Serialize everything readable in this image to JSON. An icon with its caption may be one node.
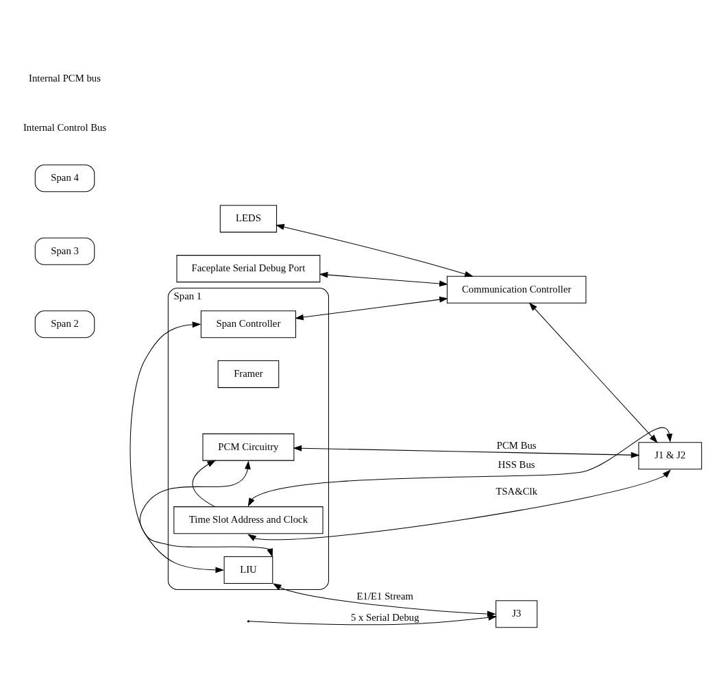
{
  "diagram": {
    "nodes": [
      {
        "text": [
          "Span 4"
        ]
      },
      {
        "text": [
          "Span 3"
        ]
      },
      {
        "text": [
          "Span 2"
        ]
      },
      {
        "text": [
          "Span 1"
        ]
      },
      {
        "text": [
          "Span Controller"
        ],
        "in": 3
      },
      {
        "text": [
          "Time Slot Address and Clock"
        ],
        "in": 3
      },
      {
        "text": [
          "PCM Circuitry"
        ],
        "in": 3
      },
      {
        "text": [
          "Framer"
        ],
        "in": 3
      },
      {
        "text": [
          "LIU"
        ],
        "in": 3
      },
      {
        "text": [
          "Communication Controller"
        ]
      },
      {
        "text": [
          "J1 & J2"
        ]
      },
      {
        "text": [
          "J3"
        ]
      },
      {
        "text": [
          "Faceplate Serial Debug Port"
        ]
      },
      {
        "text": [
          "LEDS"
        ]
      }
    ],
    "edges": [
      {
        "from": 12,
        "to": 9,
        "arrow": "both"
      },
      {
        "from": 13,
        "to": 9,
        "arrow": "both"
      },
      {
        "from": 4,
        "to": 9,
        "arrow": "both"
      },
      {
        "from": 9,
        "to": 10,
        "arrow": "both"
      },
      {
        "from": 4,
        "to": 8,
        "arrow": "both"
      },
      {
        "from": 5,
        "to": 6,
        "arrow": "to"
      },
      {
        "from": 5,
        "to": 10,
        "arrow": "both",
        "label": "HSS Bus"
      },
      {
        "from": 5,
        "to": 10,
        "arrow": "both",
        "label": "TSA&Clk"
      },
      {
        "from": 6,
        "to": 10,
        "arrow": "both",
        "label": "PCM Bus"
      },
      {
        "from": 6,
        "to": 8,
        "arrow": "both"
      },
      {
        "from": 8,
        "to": 11,
        "arrow": "both",
        "label": "E1/E1 Stream"
      },
      {
        "from": null,
        "to": 11,
        "arrow": "to",
        "label": "5 x Serial Debug"
      }
    ],
    "labels": [
      "Internal Control Bus",
      "Internal PCM bus"
    ]
  }
}
